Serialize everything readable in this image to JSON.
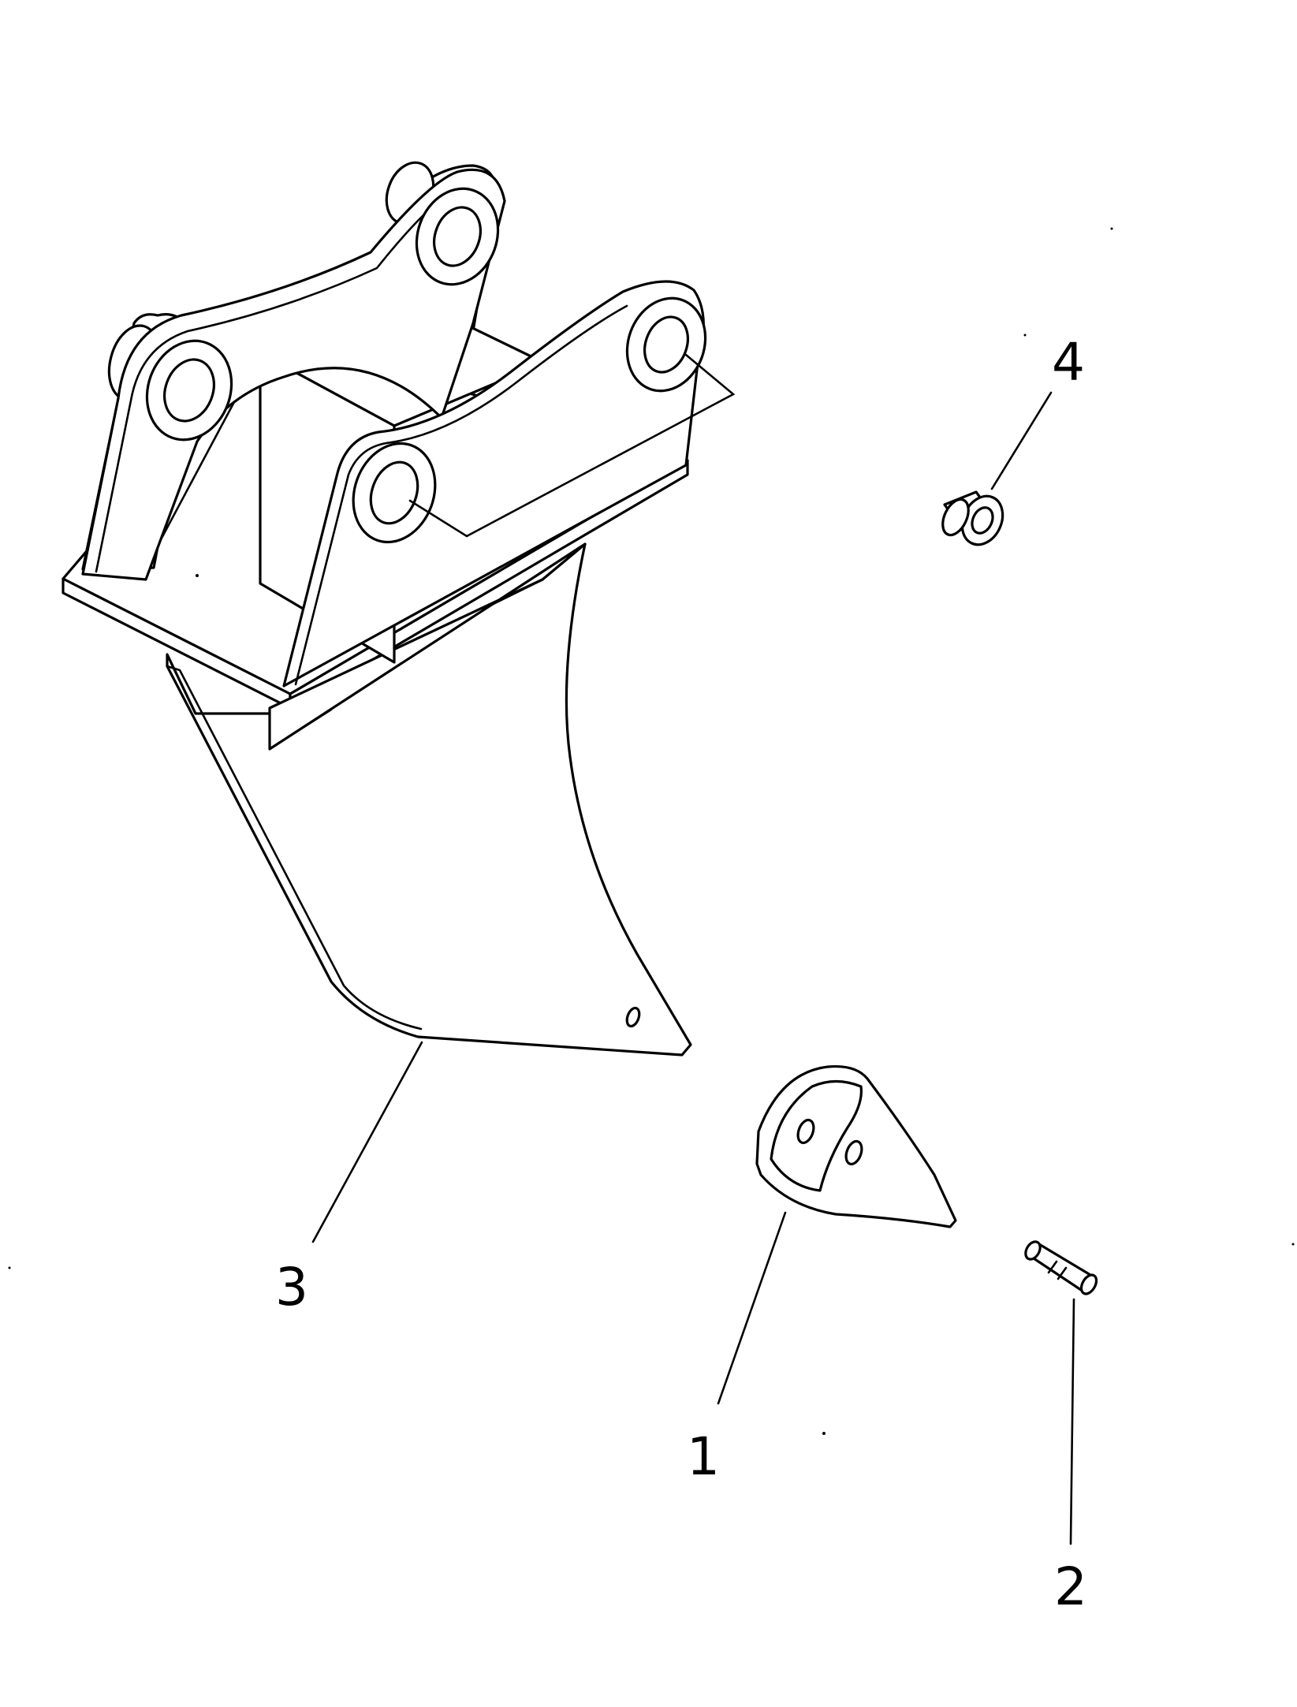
{
  "diagram": {
    "callouts": [
      {
        "id": "1",
        "label": "1"
      },
      {
        "id": "2",
        "label": "2"
      },
      {
        "id": "3",
        "label": "3"
      },
      {
        "id": "4",
        "label": "4"
      }
    ]
  },
  "colors": {
    "line": "#000000",
    "background": "#ffffff"
  }
}
